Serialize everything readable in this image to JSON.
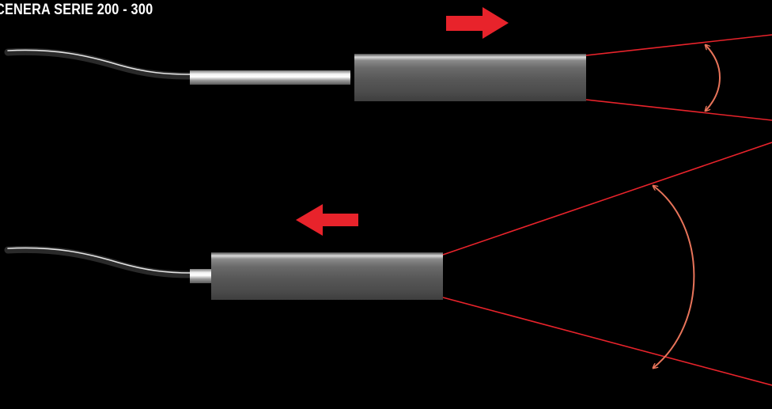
{
  "title": "CENERA SERIE 200 - 300",
  "colors": {
    "background": "#000000",
    "beam": "#e8232b",
    "angle_arrow": "#e8745a",
    "direction_arrow": "#e8232b",
    "title": "#ffffff"
  },
  "rows": [
    {
      "name": "top-assembly",
      "direction_arrow": "right",
      "beam": "narrow",
      "tube": "extended"
    },
    {
      "name": "bottom-assembly",
      "direction_arrow": "left",
      "beam": "wide",
      "tube": "retracted"
    }
  ]
}
